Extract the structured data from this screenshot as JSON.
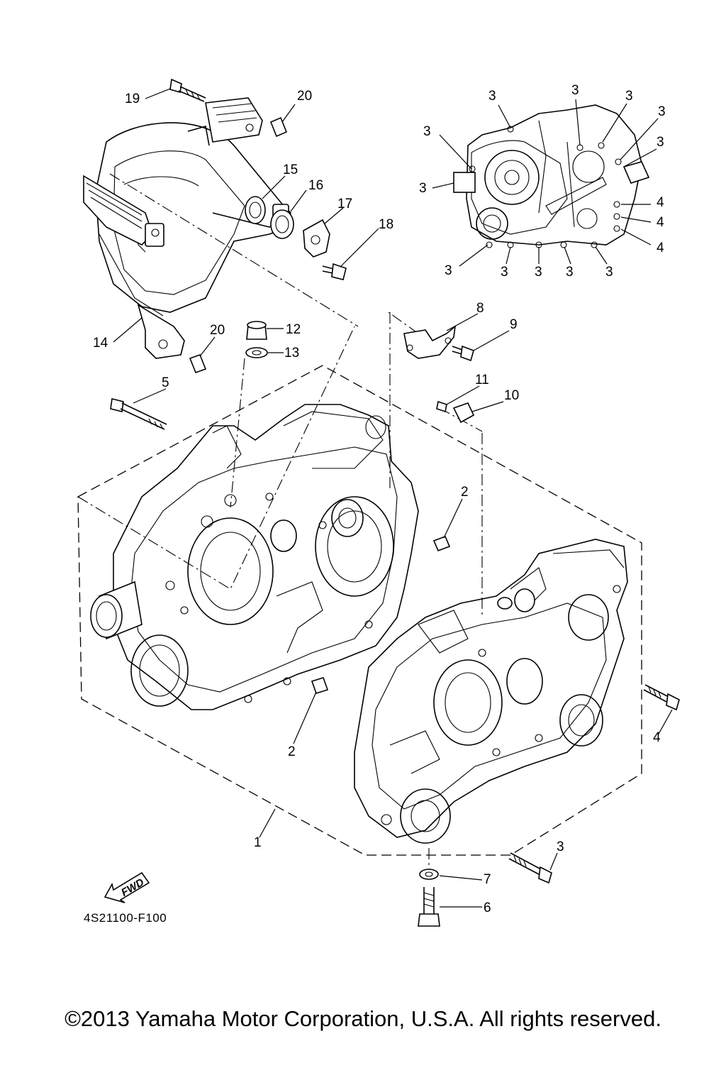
{
  "callouts": {
    "n1": "1",
    "n2a": "2",
    "n2b": "2",
    "n3_1": "3",
    "n3_2": "3",
    "n3_3": "3",
    "n3_4": "3",
    "n3_5": "3",
    "n3_6": "3",
    "n3_7": "3",
    "n3_8": "3",
    "n3_9": "3",
    "n3_10": "3",
    "n3_11": "3",
    "n3_12": "3",
    "n3_13": "3",
    "n4_1": "4",
    "n4_2": "4",
    "n4_3": "4",
    "n4_4": "4",
    "n5": "5",
    "n6": "6",
    "n7": "7",
    "n8": "8",
    "n9": "9",
    "n10": "10",
    "n11": "11",
    "n12": "12",
    "n13": "13",
    "n14": "14",
    "n15": "15",
    "n16": "16",
    "n17": "17",
    "n18": "18",
    "n19": "19",
    "n20a": "20",
    "n20b": "20"
  },
  "fwd_label": "FWD",
  "diagram_code": "4S21100-F100",
  "copyright": "©2013 Yamaha Motor Corporation, U.S.A. All rights reserved."
}
